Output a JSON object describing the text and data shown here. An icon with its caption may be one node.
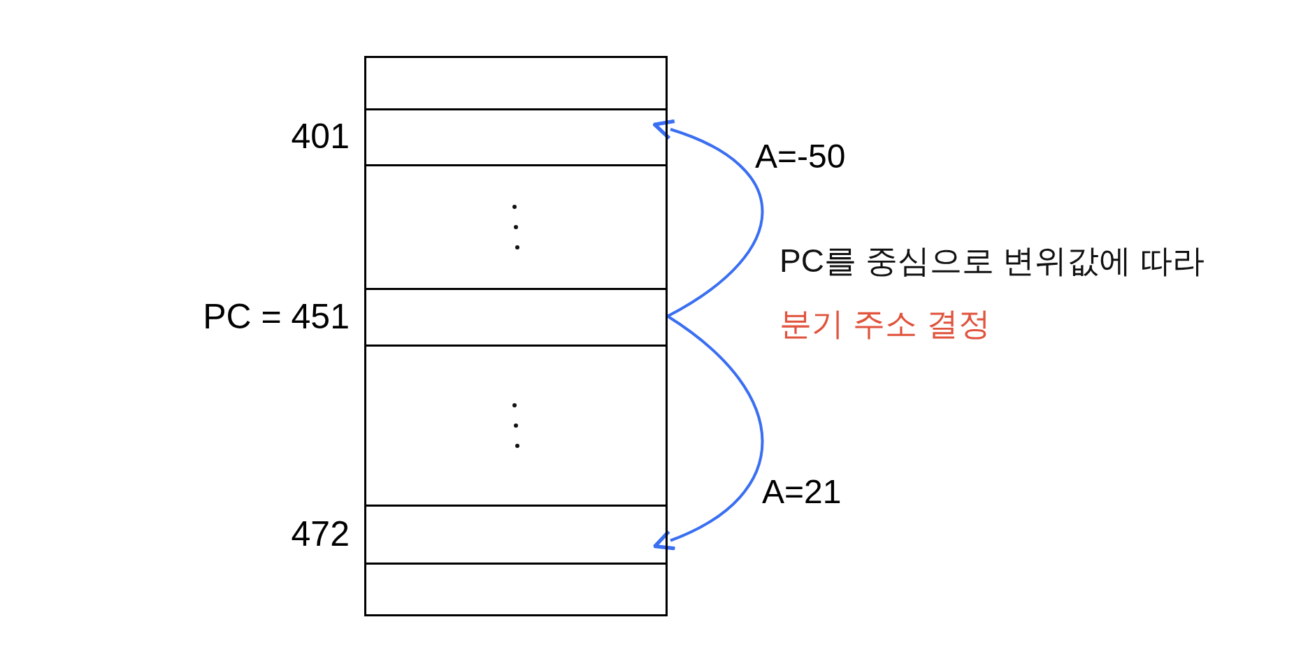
{
  "diagram": {
    "nodes": [
      {
        "text": [],
        "shape": "box"
      },
      {
        "text": [],
        "shape": "box",
        "beside": [
          "401"
        ]
      },
      {
        "text": [],
        "shape": "box"
      },
      {
        "text": [],
        "shape": "box",
        "beside": [
          "PC = 451"
        ]
      },
      {
        "text": [],
        "shape": "box"
      },
      {
        "text": [],
        "shape": "box",
        "beside": [
          "472"
        ]
      },
      {
        "text": [],
        "shape": "box"
      }
    ],
    "edges": [
      {
        "from": 3,
        "to": 1,
        "arrow": "to",
        "label": "A=-50"
      },
      {
        "from": 3,
        "to": 5,
        "arrow": "to",
        "label": "A=21"
      }
    ],
    "labels": [
      "PC를 중심으로 변위값에 따라",
      "분기 주소 결정"
    ]
  }
}
